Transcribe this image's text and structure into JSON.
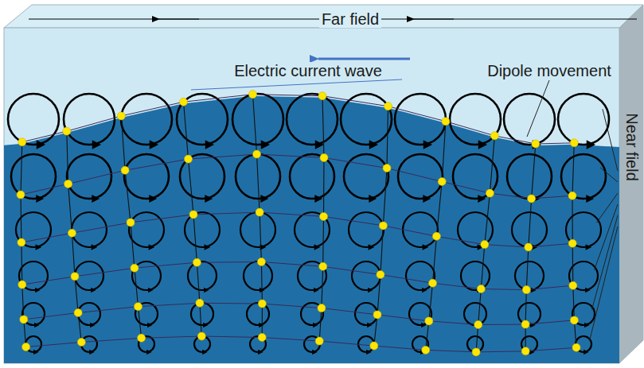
{
  "diagram": {
    "labels": [
      "Far field",
      "Electric current wave",
      "Dipole movement",
      "Near field"
    ]
  }
}
